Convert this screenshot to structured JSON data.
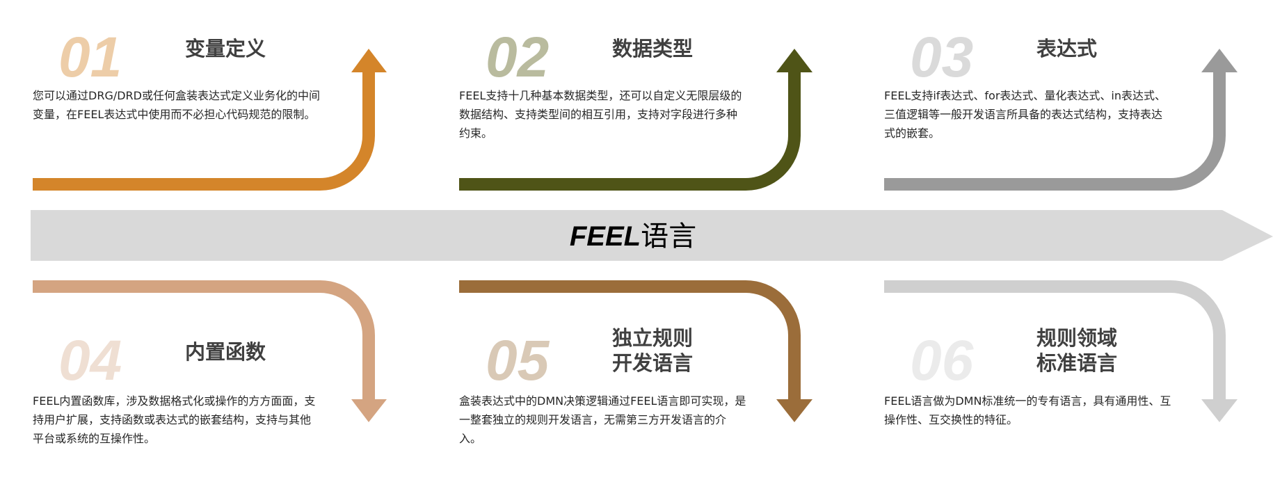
{
  "center": {
    "feel": "FEEL",
    "lang": "语言"
  },
  "cards": [
    {
      "num": "01",
      "title": "变量定义",
      "color": "#D4852A",
      "num_color": "#EDCDA8",
      "desc": "您可以通过DRG/DRD或任何盒装表达式定义业务化的中间变量，在FEEL表达式中使用而不必担心代码规范的限制。"
    },
    {
      "num": "02",
      "title": "数据类型",
      "color": "#4F5417",
      "num_color": "#B9BB9E",
      "desc": "FEEL支持十几种基本数据类型，还可以自定义无限层级的数据结构、支持类型间的相互引用，支持对字段进行多种约束。"
    },
    {
      "num": "03",
      "title": "表达式",
      "color": "#9A9A9A",
      "num_color": "#DADADA",
      "desc": "FEEL支持if表达式、for表达式、量化表达式、in表达式、三值逻辑等一般开发语言所具备的表达式结构，支持表达式的嵌套。"
    },
    {
      "num": "04",
      "title": "内置函数",
      "color": "#D4A481",
      "num_color": "#EFDFD3",
      "desc": "FEEL内置函数库，涉及数据格式化或操作的方方面面，支持用户扩展，支持函数或表达式的嵌套结构，支持与其他平台或系统的互操作性。"
    },
    {
      "num": "05",
      "title": "独立规则\n开发语言",
      "color": "#9B6D3A",
      "num_color": "#D9C9B6",
      "desc": "盒装表达式中的DMN决策逻辑通过FEEL语言即可实现，是一整套独立的规则开发语言，无需第三方开发语言的介入。"
    },
    {
      "num": "06",
      "title": "规则领域\n标准语言",
      "color": "#CFCFCF",
      "num_color": "#EBEBEB",
      "desc": "FEEL语言做为DMN标准统一的专有语言，具有通用性、互操作性、互交换性的特征。"
    }
  ],
  "band_color": "#D9D9D9"
}
